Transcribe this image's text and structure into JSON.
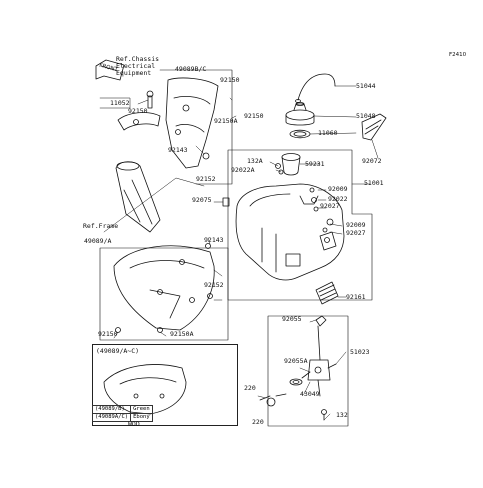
{
  "figure_id": "F2410",
  "front_marker": "FRONT",
  "ref_chassis": [
    "Ref.Chassis",
    "Electrical",
    "Equipment"
  ],
  "ref_frame": "Ref.Frame",
  "parts": {
    "p11052": "11052",
    "p92150_a": "92150",
    "p49089bc": "49089B/C",
    "p92150_b": "92150",
    "p92150_c": "92150",
    "p92150A_a": "92150A",
    "p92143_a": "92143",
    "p92152_a": "92152",
    "p51044": "51044",
    "p51048": "51048",
    "p11060": "11060",
    "p92072": "92072",
    "p132_a": "132A",
    "p92022A": "92022A",
    "p59231": "59231",
    "p51001": "51001",
    "p92009_a": "92009",
    "p92022": "92022",
    "p92027_a": "92027",
    "p92075": "92075",
    "p49089a": "49089/A",
    "p92143_b": "92143",
    "p92009_b": "92009",
    "p92027_b": "92027",
    "p92152_b": "92152",
    "p92161": "92161",
    "p92150_d": "92150",
    "p92150A_b": "92150A",
    "p92055": "92055",
    "p51023": "51023",
    "p92055A": "92055A",
    "p220_a": "220",
    "p43049": "43049",
    "p220_b": "220",
    "p132_b": "132"
  },
  "legend": {
    "title": "(49089/A~C)",
    "variants": [
      {
        "code": "(49089/B)",
        "color": "Green"
      },
      {
        "code": "(49089A/C)",
        "color": "Ebony"
      }
    ],
    "note": "WOD"
  }
}
